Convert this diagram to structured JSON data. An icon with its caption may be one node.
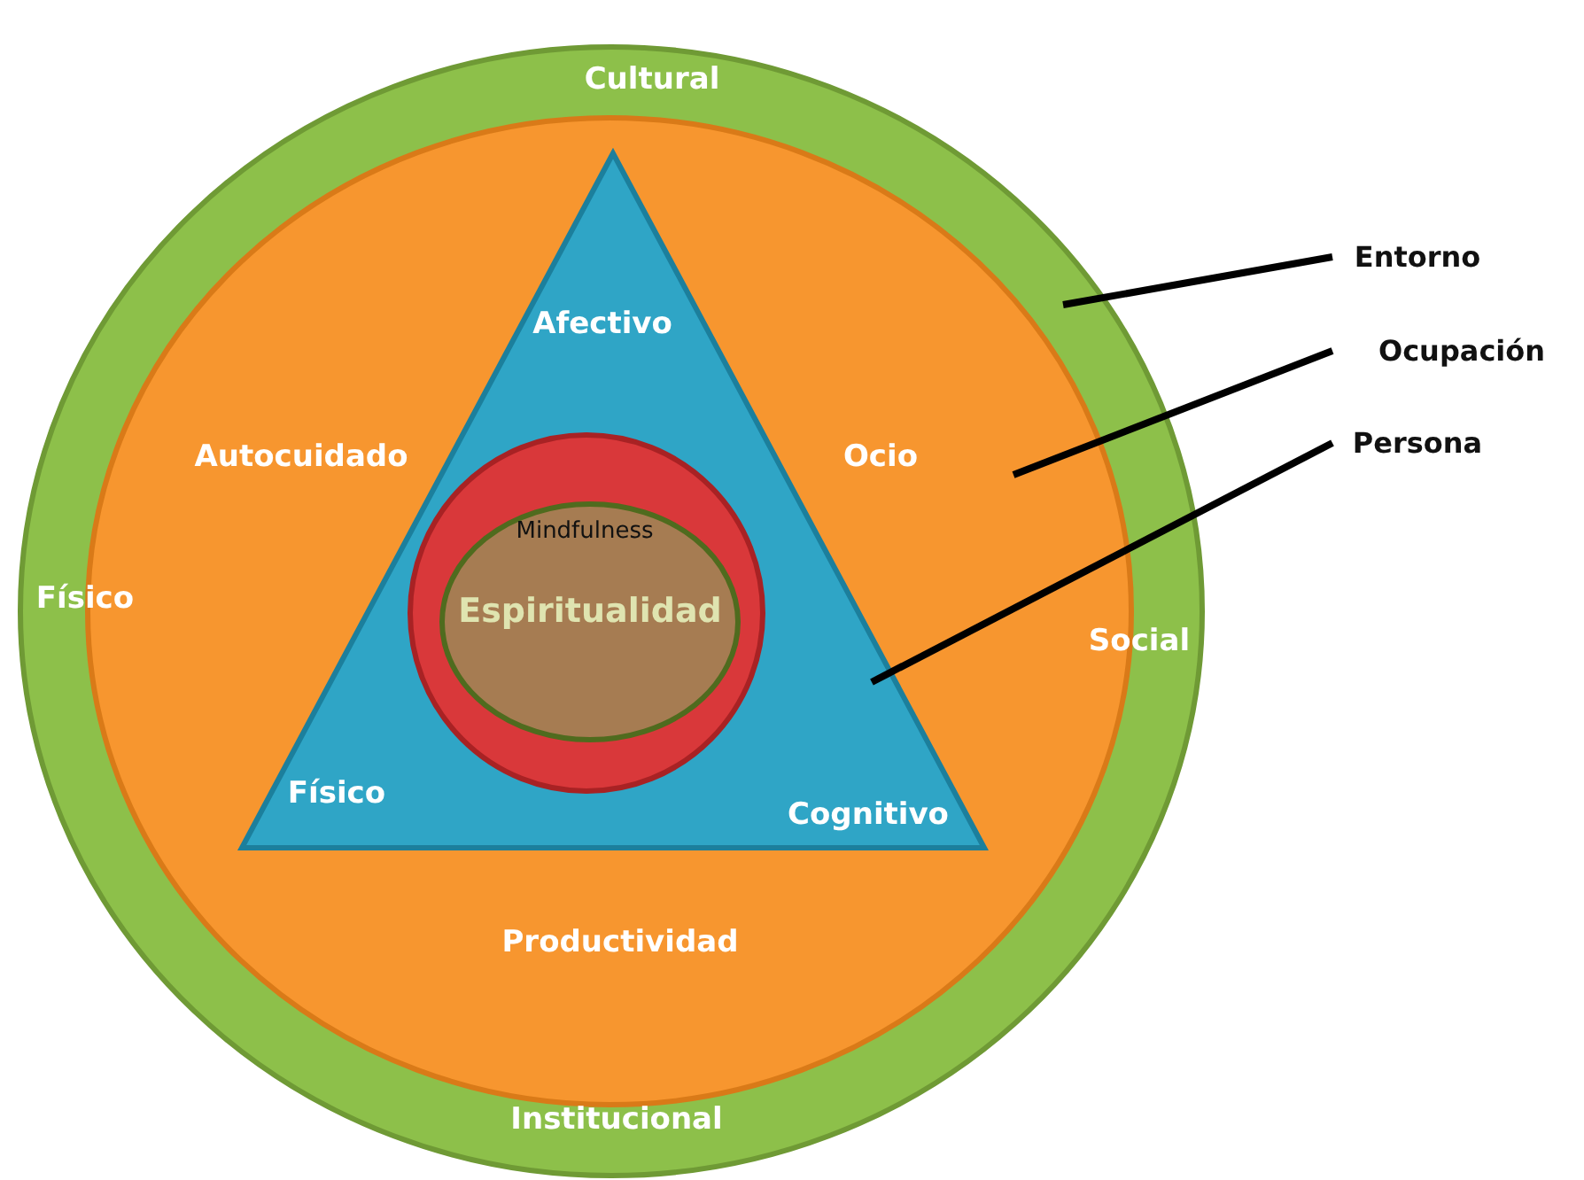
{
  "diagram": {
    "nodes": [
      {
        "text": [
          "Cultural",
          "Físico",
          "Social",
          "Institucional"
        ]
      },
      {
        "text": [
          "Autocuidado",
          "Ocio",
          "Productividad"
        ],
        "in": 0
      },
      {
        "text": [
          "Afectivo",
          "Físico",
          "Cognitivo"
        ],
        "in": 1
      },
      {
        "text": [],
        "shape": "circle",
        "in": 2
      },
      {
        "text": [
          "Mindfulness",
          "Espiritualidad"
        ],
        "in": 3
      },
      {
        "text": [
          "Entorno"
        ]
      },
      {
        "text": [
          "Ocupación"
        ]
      },
      {
        "text": [
          "Persona"
        ]
      }
    ],
    "edges": [
      {
        "from": 5,
        "to": 0,
        "arrow": "none"
      },
      {
        "from": 6,
        "to": 1,
        "arrow": "none"
      },
      {
        "from": 7,
        "to": 2,
        "arrow": "none"
      }
    ]
  }
}
